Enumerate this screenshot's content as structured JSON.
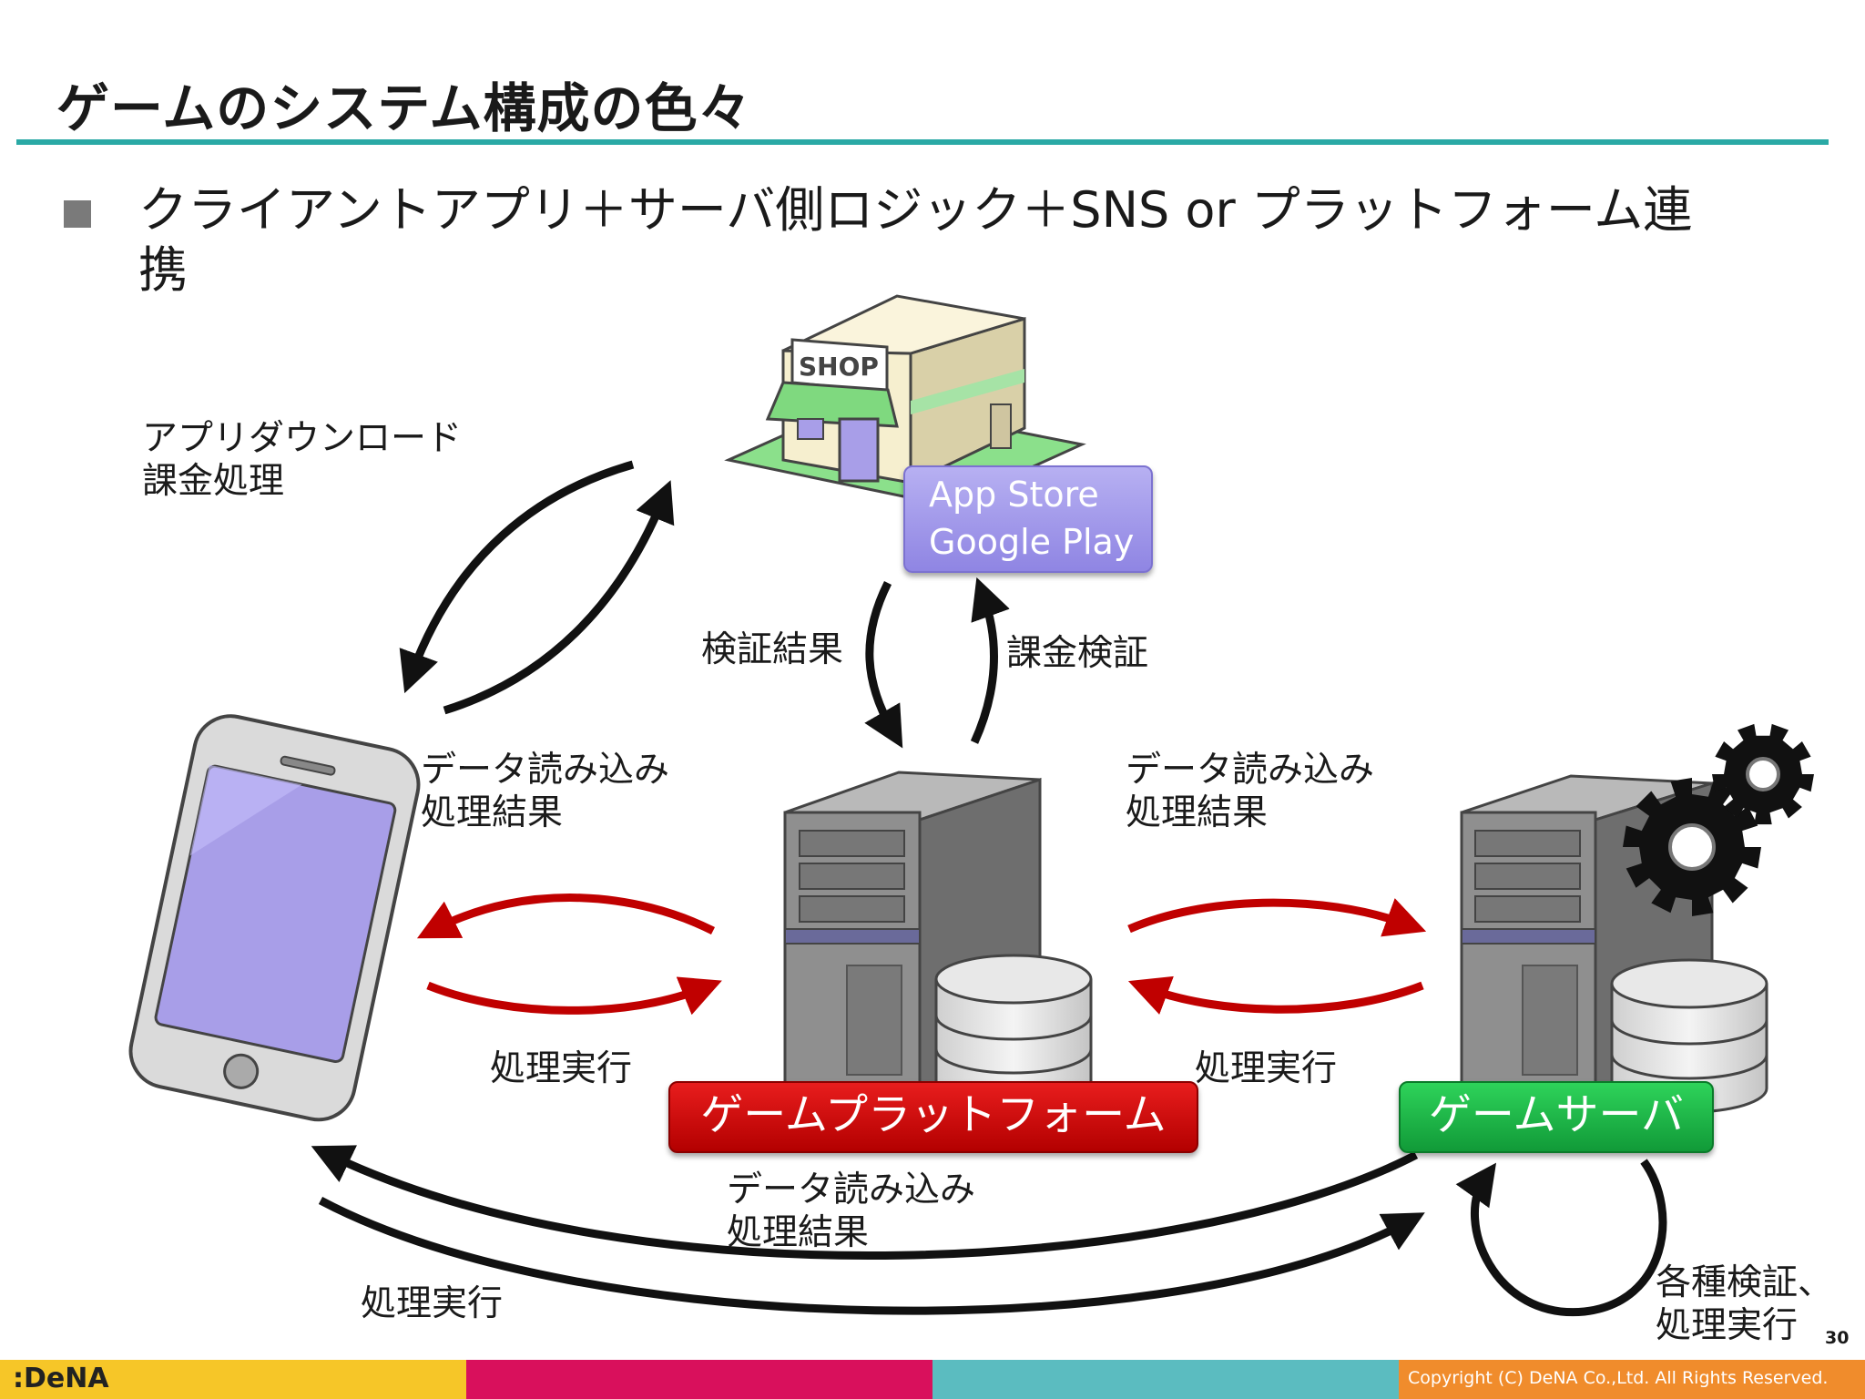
{
  "slide": {
    "title": "ゲームのシステム構成の色々",
    "bullet": "クライアントアプリ＋サーバ側ロジック＋SNS or プラットフォーム連\n携",
    "page_number": "30"
  },
  "diagram": {
    "shop_sign": "SHOP",
    "store_badge_line1": "App Store",
    "store_badge_line2": "Google Play",
    "platform_badge": "ゲームプラットフォーム",
    "server_badge": "ゲームサーバ",
    "labels": {
      "app_download": "アプリダウンロード\n課金処理",
      "verify_result": "検証結果",
      "billing_verify": "課金検証",
      "client_read": "データ読み込み\n処理結果",
      "platform_read": "データ読み込み\n処理結果",
      "client_exec": "処理実行",
      "platform_exec": "処理実行",
      "bottom_read": "データ読み込み\n処理結果",
      "bottom_exec": "処理実行",
      "server_self": "各種検証、\n処理実行"
    },
    "colors": {
      "red_arrow": "#c00000",
      "black_arrow": "#111111",
      "store_badge": "#9d94eb",
      "platform_badge": "#d40f0f",
      "server_badge": "#1fb84a",
      "accent_rule": "#2aa9a5"
    }
  },
  "footer": {
    "logo": ":DeNA",
    "copyright": "Copyright (C) DeNA Co.,Ltd. All Rights Reserved.",
    "stripe_colors": [
      "#f6c628",
      "#d9105c",
      "#5bbcc0",
      "#f08c2c"
    ]
  }
}
